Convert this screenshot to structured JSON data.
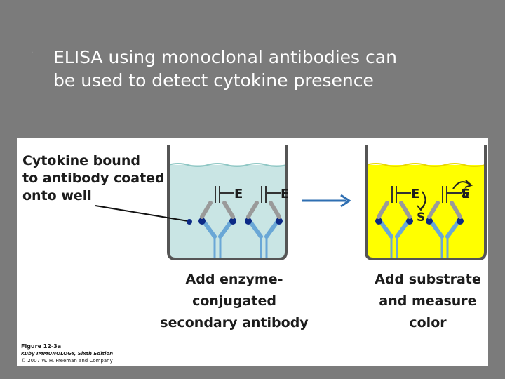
{
  "slide": {
    "bullet_glyph": "·",
    "text_line1": "ELISA using monoclonal antibodies can",
    "text_line2": "be used to detect cytokine presence"
  },
  "figure": {
    "callout": "Cytokine bound\nto antibody coated\nonto well",
    "step1_caption": "Add enzyme-\nconjugated\nsecondary antibody",
    "step2_caption": "Add substrate\nand measure\ncolor",
    "enzyme_label": "E",
    "substrate_label": "S",
    "credit_figure": "Figure 12-3a",
    "credit_book": "Kuby IMMUNOLOGY, Sixth Edition",
    "credit_copyright": "© 2007 W. H. Freeman and Company",
    "colors": {
      "well1_liquid": "#c9e5e4",
      "well2_liquid": "#ffff00",
      "well_wall": "#555555",
      "antibody": "#6aa7d6",
      "cytokine": "#0c2a86",
      "arrow": "#2f6fb2"
    }
  }
}
